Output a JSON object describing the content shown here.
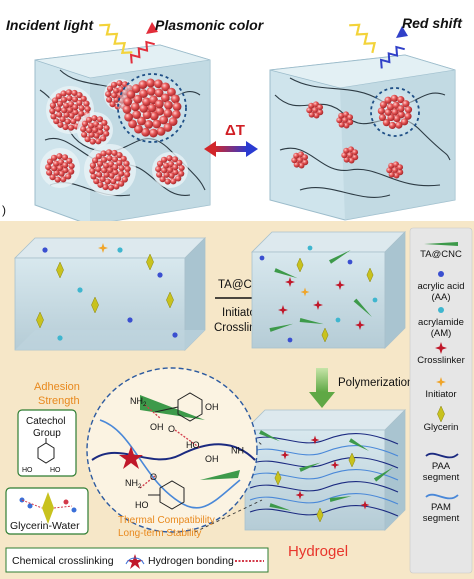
{
  "top_panel": {
    "incident_label": "Incident light",
    "plasmonic_label": "Plasmonic color",
    "redshift_label": "Red shift",
    "delta_label": "ΔT",
    "panel_letter": ")"
  },
  "bottom_panel": {
    "step_tacnc": "TA@CNC",
    "step_initiator": "Initiator",
    "step_crosslinker": "Crosslinker",
    "polymerization": "Polymerization",
    "adhesion_line1": "Adhesion",
    "adhesion_line2": "Strength",
    "catechol_line1": "Catechol",
    "catechol_line2": "Group",
    "glycerin_water": "Glycerin-Water",
    "thermal_line1": "Thermal Compatibility",
    "thermal_line2": "Long-term Stability",
    "hydrogel_label": "Hydrogel",
    "chemical_crosslinking": "Chemical crosslinking",
    "hydrogen_bonding": "Hydrogen bonding",
    "chem": {
      "nh2_a": "NH",
      "nh2_sub": "2",
      "oh_a": "OH",
      "oh_b": "OH",
      "oh_c": "OH",
      "ho_a": "HO",
      "ho_b": "HO",
      "nh2_b": "NH",
      "o_a": "O",
      "o_b": "O",
      "hn_rot": "HN"
    },
    "catechol_ho_left": "HO",
    "catechol_ho_right": "HO"
  },
  "legend": [
    {
      "label": "TA@CNC",
      "icon": "cnc-rod-icon"
    },
    {
      "label": "acrylic acid (AA)",
      "icon": "blue-dot-icon"
    },
    {
      "label": "acrylamide (AM)",
      "icon": "cyan-dot-icon"
    },
    {
      "label": "Crosslinker",
      "icon": "red-star-icon"
    },
    {
      "label": "Initiator",
      "icon": "orange-star-icon"
    },
    {
      "label": "Glycerin",
      "icon": "green-diamond-icon"
    },
    {
      "label": "PAA segment",
      "icon": "dark-blue-wave-icon"
    },
    {
      "label": "PAM segment",
      "icon": "light-blue-wave-icon"
    }
  ],
  "colors": {
    "bottom_bg": "#f6e7c8",
    "legend_bg": "#e6e6e6",
    "particle_red": "#e0484e",
    "hydrogel_red": "#e8362c",
    "orange_text": "#e8891e",
    "green_text": "#2e7d32",
    "box_blue": "#c5dde8"
  }
}
